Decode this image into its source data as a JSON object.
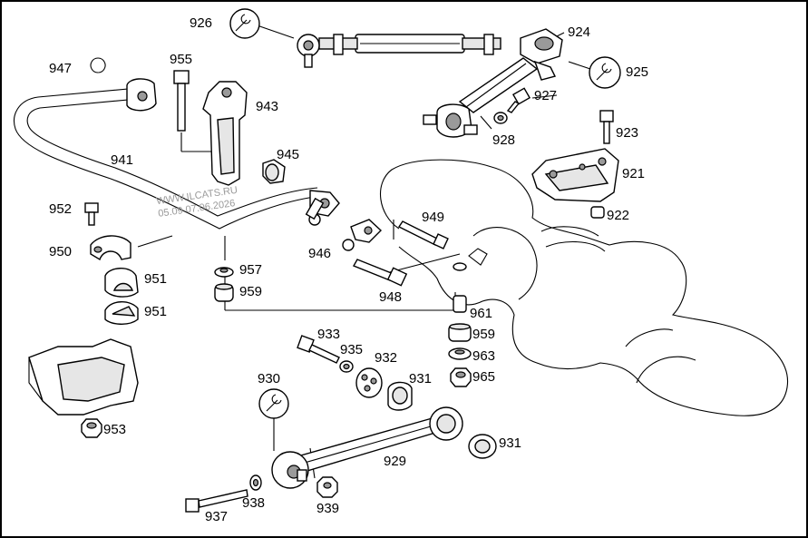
{
  "diagram": {
    "watermark": {
      "line1": "WWW.ILCATS.RU",
      "line2": "05.09 07.06.2026"
    },
    "parts": [
      {
        "key": "926",
        "label": "926"
      },
      {
        "key": "924",
        "label": "924"
      },
      {
        "key": "925",
        "label": "925"
      },
      {
        "key": "927",
        "label": "927"
      },
      {
        "key": "928",
        "label": "928"
      },
      {
        "key": "923",
        "label": "923"
      },
      {
        "key": "921",
        "label": "921"
      },
      {
        "key": "922",
        "label": "922"
      },
      {
        "key": "947",
        "label": "947"
      },
      {
        "key": "955",
        "label": "955"
      },
      {
        "key": "943",
        "label": "943"
      },
      {
        "key": "945",
        "label": "945"
      },
      {
        "key": "941",
        "label": "941"
      },
      {
        "key": "952",
        "label": "952"
      },
      {
        "key": "950",
        "label": "950"
      },
      {
        "key": "949",
        "label": "949"
      },
      {
        "key": "946",
        "label": "946"
      },
      {
        "key": "957",
        "label": "957"
      },
      {
        "key": "951a",
        "label": "951"
      },
      {
        "key": "959a",
        "label": "959"
      },
      {
        "key": "951b",
        "label": "951"
      },
      {
        "key": "948",
        "label": "948"
      },
      {
        "key": "961",
        "label": "961"
      },
      {
        "key": "959b",
        "label": "959"
      },
      {
        "key": "933",
        "label": "933"
      },
      {
        "key": "935",
        "label": "935"
      },
      {
        "key": "932",
        "label": "932"
      },
      {
        "key": "963",
        "label": "963"
      },
      {
        "key": "931a",
        "label": "931"
      },
      {
        "key": "965",
        "label": "965"
      },
      {
        "key": "930",
        "label": "930"
      },
      {
        "key": "953",
        "label": "953"
      },
      {
        "key": "929",
        "label": "929"
      },
      {
        "key": "931b",
        "label": "931"
      },
      {
        "key": "938",
        "label": "938"
      },
      {
        "key": "939",
        "label": "939"
      },
      {
        "key": "937",
        "label": "937"
      }
    ]
  }
}
